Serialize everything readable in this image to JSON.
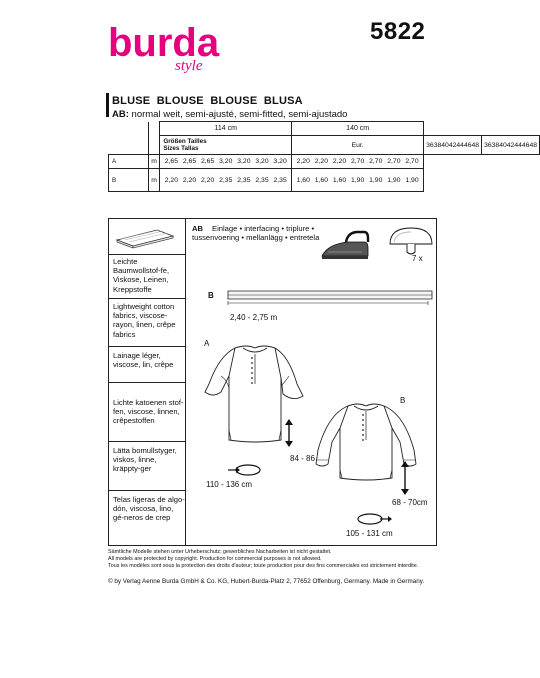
{
  "brand": {
    "name": "burda",
    "sub": "style",
    "color": "#e6007e"
  },
  "pattern_number": "5822",
  "title": "BLUSE  BLOUSE  BLOUSE  BLUSA",
  "subtitle": {
    "code": "AB:",
    "text": " normal weit, semi-ajusté, semi-fitted, semi-ajustado"
  },
  "size_table": {
    "header_label": "Größen  Tailles\nSizes  Tallas",
    "eur_label": "Eur.",
    "body_widths": [
      "114 cm",
      "140 cm"
    ],
    "sizes": [
      "36",
      "38",
      "40",
      "42",
      "44",
      "46",
      "48",
      "36",
      "38",
      "40",
      "42",
      "44",
      "46",
      "48"
    ],
    "rows": [
      {
        "label": "A",
        "unit": "m",
        "values": [
          "2,65",
          "2,65",
          "2,65",
          "3,20",
          "3,20",
          "3,20",
          "3,20",
          "2,20",
          "2,20",
          "2,20",
          "2,70",
          "2,70",
          "2,70",
          "2,70"
        ]
      },
      {
        "label": "B",
        "unit": "m",
        "values": [
          "2,20",
          "2,20",
          "2,20",
          "2,35",
          "2,35",
          "2,35",
          "2,35",
          "1,60",
          "1,60",
          "1,60",
          "1,90",
          "1,90",
          "1,90",
          "1,90"
        ]
      }
    ]
  },
  "fabrics": [
    "Leichte Baumwollstof-fe, Viskose, Leinen, Kreppstoffe",
    "Lightweight cotton fabrics, viscose-rayon, linen, crêpe fabrics",
    "Lainage léger, viscose, lin, crêpe",
    "Lichte katoenen stof-fen, viscose, linnen, crêpestoffen",
    "Lätta bomullstyger, viskos, linne, kräppty-ger",
    "Telas ligeras de algo-dón, viscosa, lino, gé-neros de crep"
  ],
  "notions": {
    "interfacing_code": "AB",
    "interfacing_text": "Einlage • interfacing • triplure • tussenvoering • mellanlägg • entretela",
    "buttons_count": "7 x",
    "bias_code": "B",
    "bias_length": "2,40 - 2,75 m"
  },
  "views": {
    "a_label": "A",
    "b_label": "B",
    "a_length": "84 - 86 cm",
    "a_width": "110 - 136 cm",
    "b_length": "68 - 70cm",
    "b_width": "105 - 131 cm"
  },
  "legal": [
    "Sämtliche Modelle stehen unter Urheberschutz; gewerbliches Nacharbeiten ist nicht gestattet.",
    "All models are protected by copyright. Production for commercial purposes is not allowed.",
    "Tous les modèles sont sous la protection des droits d'auteur; toute production pour des fins commerciales est strictement interdite."
  ],
  "copyright": "© by Verlag Aenne Burda GmbH & Co. KG, Hubert-Burda-Platz 2, 77652 Offenburg, Germany. Made in Germany."
}
